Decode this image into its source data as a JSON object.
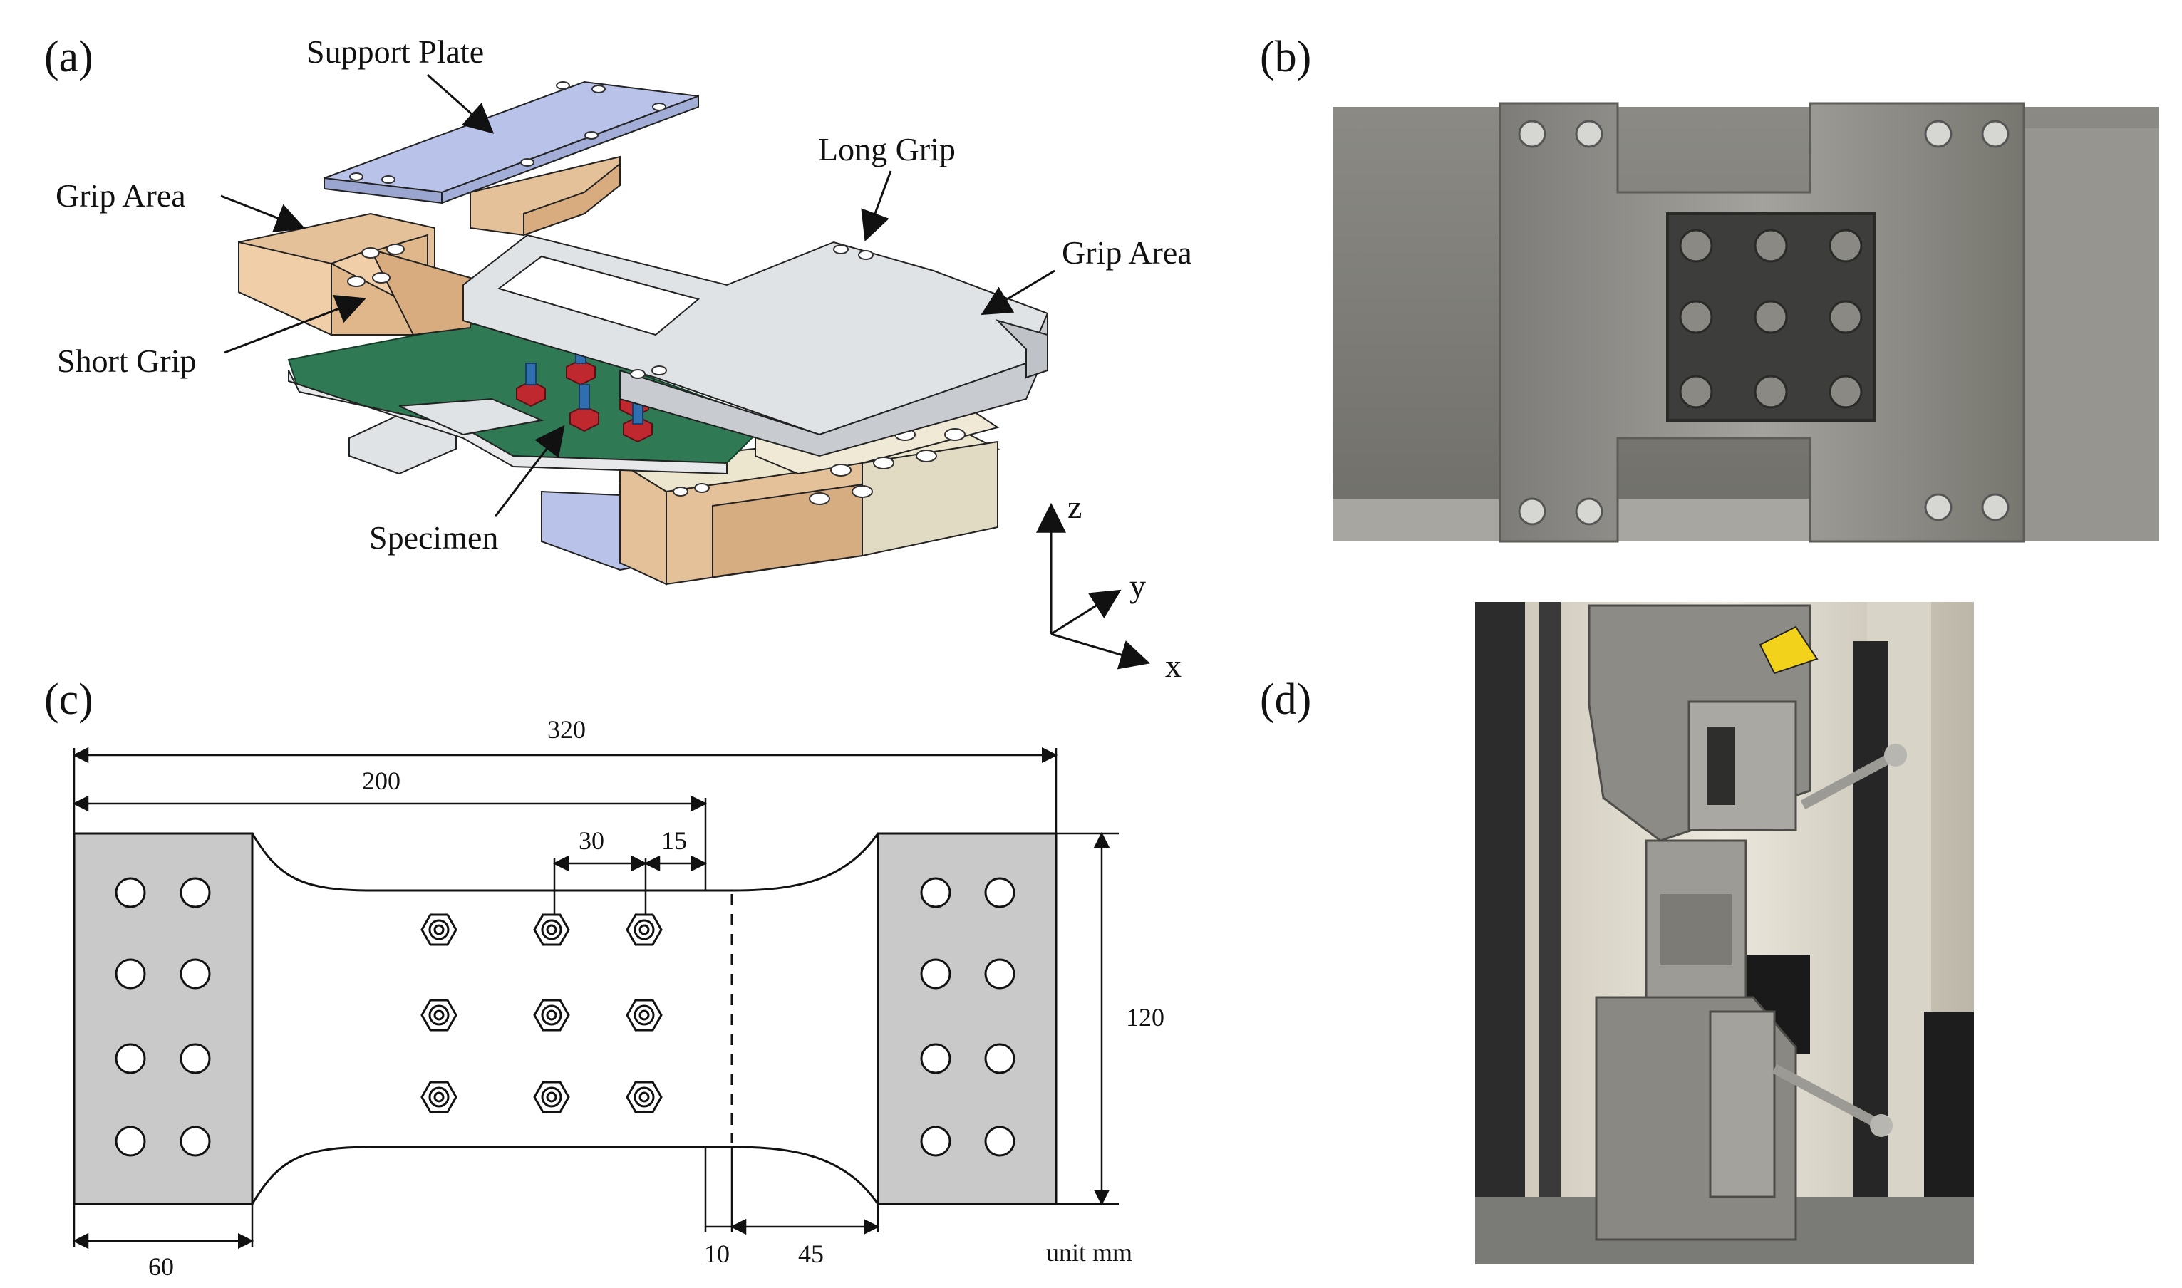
{
  "panels": {
    "a": {
      "tag": "(a)",
      "labels": {
        "support_plate": "Support Plate",
        "grip_area_left": "Grip Area",
        "long_grip": "Long Grip",
        "grip_area_right": "Grip Area",
        "short_grip": "Short Grip",
        "specimen": "Specimen"
      },
      "axes": {
        "z": "z",
        "y": "y",
        "x": "x"
      }
    },
    "b": {
      "tag": "(b)"
    },
    "c": {
      "tag": "(c)",
      "dims": {
        "total_length": "320",
        "to_dashed": "200",
        "bolt_pitch": "30",
        "edge_to_dashed": "15",
        "width": "120",
        "grip_length": "60",
        "gap": "10",
        "transition": "45"
      },
      "unit": "unit mm"
    },
    "d": {
      "tag": "(d)"
    }
  },
  "colors": {
    "support_plate": "#b9c3ea",
    "grip_area": "#e5c199",
    "long_grip": "#d9dcdf",
    "specimen_green": "#2f7a55",
    "bolt_red": "#c0282f",
    "bolt_blue": "#2f6fb0",
    "plate_gray": "#c9c9c9",
    "photo_metal": "#8e8d88"
  }
}
